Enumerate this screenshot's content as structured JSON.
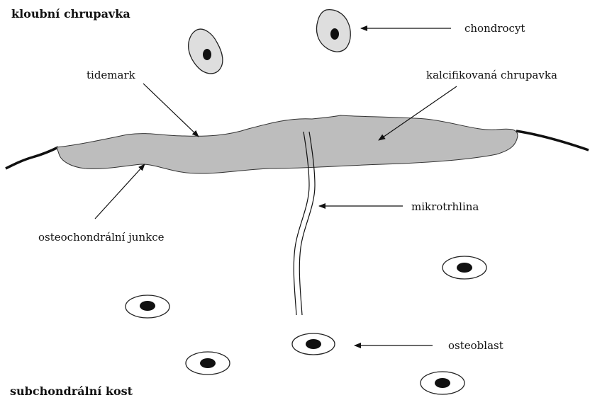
{
  "headings": {
    "top": "kloubní chrupavka",
    "bottom": "subchondrální kost"
  },
  "labels": {
    "chondrocyte": "chondrocyt",
    "tidemark": "tidemark",
    "calcified_cartilage": "kalcifikovaná chrupavka",
    "microcrack": "mikrotrhlina",
    "osteochondral_junction": "osteochondrální junkce",
    "osteoblast": "osteoblast"
  },
  "colors": {
    "calcified_zone": "#bdbdbd",
    "chondrocyte_fill": "#dedede",
    "ink": "#111111"
  }
}
